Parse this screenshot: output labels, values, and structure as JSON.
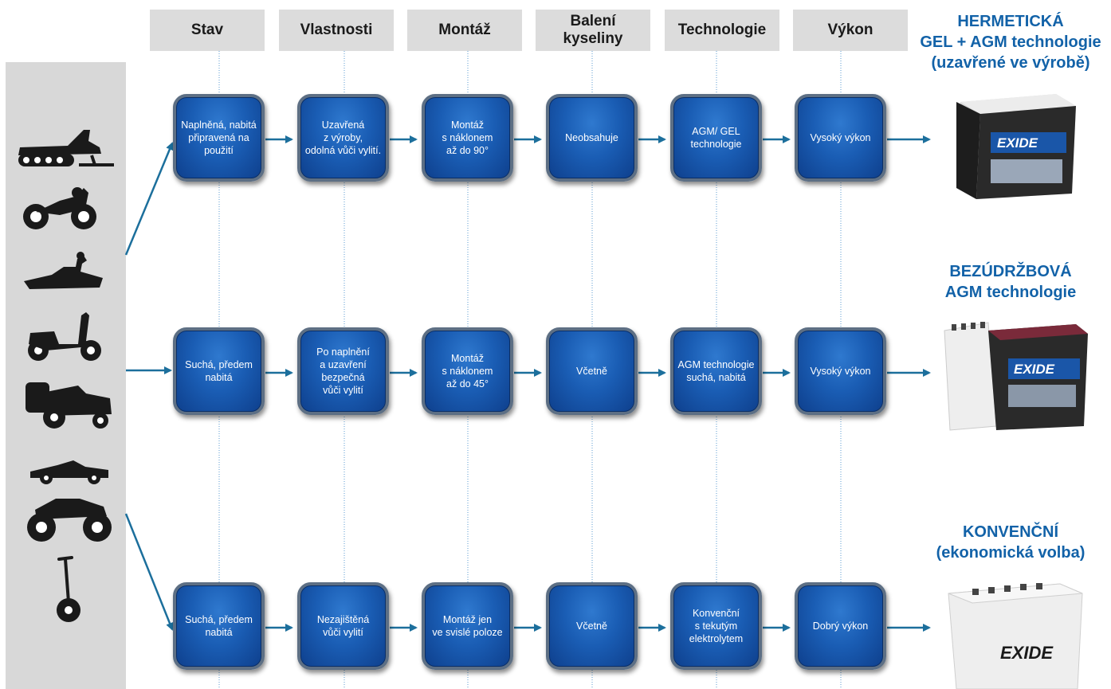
{
  "columns": [
    "Stav",
    "Vlastnosti",
    "Montáž",
    "Balení\nkyseliny",
    "Technologie",
    "Výkon"
  ],
  "rows": [
    {
      "title": "HERMETICKÁ\nGEL + AGM technologie\n(uzavřené ve výrobě)",
      "cells": [
        "Naplněná, nabitá\npřipravená na\npoužití",
        "Uzavřená\nz výroby,\nodolná vůči vylití.",
        "Montáž\ns náklonem\naž do 90°",
        "Neobsahuje",
        "AGM/ GEL\ntechnologie",
        "Vysoký výkon"
      ],
      "battery_label": "EXIDE"
    },
    {
      "title": "BEZÚDRŽBOVÁ\nAGM technologie",
      "cells": [
        "Suchá, předem\nnabitá",
        "Po naplnění\na uzavření\nbezpečná\nvůči vylití",
        "Montáž\ns náklonem\naž do 45°",
        "Včetně",
        "AGM technologie\nsuchá, nabitá",
        "Vysoký výkon"
      ],
      "battery_label": "EXIDE"
    },
    {
      "title": "KONVENČNÍ\n(ekonomická volba)",
      "cells": [
        "Suchá, předem\nnabitá",
        "Nezajištěná\nvůči vylití",
        "Montáž jen\nve svislé poloze",
        "Včetně",
        "Konvenční\ns tekutým\nelektrolytem",
        "Dobrý výkon"
      ],
      "battery_label": "EXIDE"
    }
  ],
  "vehicles": [
    "snowmobile-icon",
    "motorcycle-icon",
    "jetski-icon",
    "scooter-icon",
    "lawnmower-icon",
    "gokart-icon",
    "atv-icon",
    "segway-icon"
  ],
  "colors": {
    "box": "#1a5db4",
    "arrow": "#1c6f9c",
    "title": "#1262a8",
    "header": "#dcdcdc",
    "sidebar": "#d8d8d8"
  }
}
